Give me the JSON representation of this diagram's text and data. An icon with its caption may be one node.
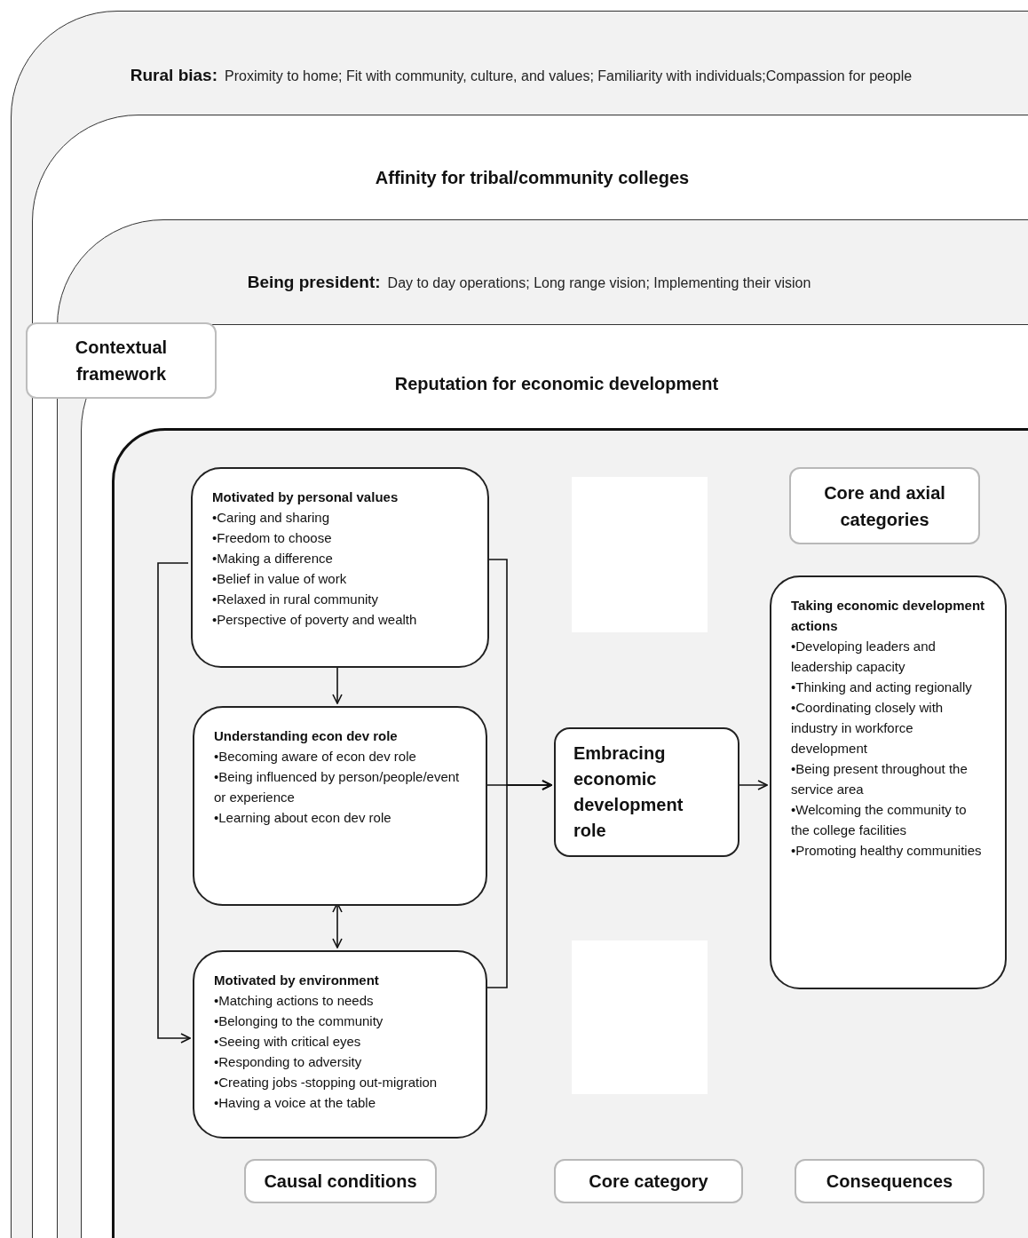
{
  "diagram": {
    "nodes": [
      {
        "text": [
          "Rural bias:",
          "Proximity to home; Fit with community, culture, and values; Familiarity with individuals;Compassion for people"
        ]
      },
      {
        "text": [
          "Affinity for tribal/community colleges"
        ],
        "in": 0
      },
      {
        "text": [
          "Being president:",
          "Day to day operations; Long range vision; Implementing their vision"
        ],
        "in": 1
      },
      {
        "text": [
          "Reputation for economic development"
        ],
        "in": 2
      },
      {
        "text": [],
        "shape": "box",
        "in": 3
      },
      {
        "text": [
          "Contextual framework"
        ],
        "in": 0
      },
      {
        "text": [
          "Motivated by personal values",
          "•Caring and sharing",
          "•Freedom to choose",
          "•Making a difference",
          "•Belief in value of work",
          "•Relaxed in rural community",
          "•Perspective of poverty and wealth"
        ],
        "in": 4
      },
      {
        "text": [],
        "shape": "box",
        "in": 4
      },
      {
        "text": [
          "Core and axial categories"
        ],
        "in": 4
      },
      {
        "text": [
          "Taking economic development actions",
          "•Developing leaders and leadership capacity",
          "•Thinking and acting regionally",
          "•Coordinating closely with industry in workforce development",
          "•Being present throughout the service area",
          "•Welcoming the community to the college facilities",
          "•Promoting healthy communities"
        ],
        "in": 4
      },
      {
        "text": [
          "Understanding econ dev role",
          "•Becoming aware of econ dev role",
          "•Being influenced by person/people/event or experience",
          "•Learning about econ dev role"
        ],
        "in": 4
      },
      {
        "text": [
          "Embracing economic development role"
        ],
        "in": 4
      },
      {
        "text": [],
        "shape": "box",
        "in": 4
      },
      {
        "text": [
          "Motivated by environment",
          "•Matching actions to needs",
          "•Belonging to the community",
          "•Seeing with critical eyes",
          "•Responding to adversity",
          "•Creating jobs -stopping out-migration",
          "•Having a voice at the table"
        ],
        "in": 4
      },
      {
        "text": [
          "Causal conditions"
        ],
        "in": 4
      },
      {
        "text": [
          "Core category"
        ],
        "in": 4
      },
      {
        "text": [
          "Consequences"
        ],
        "in": 4
      }
    ],
    "edges": [
      {
        "from": 6,
        "to": 10,
        "arrow": "to"
      },
      {
        "from": 6,
        "to": 13,
        "arrow": "to"
      },
      {
        "from": 6,
        "to": 11,
        "arrow": "to"
      },
      {
        "from": 10,
        "to": 11,
        "arrow": "to"
      },
      {
        "from": 13,
        "to": 11,
        "arrow": "to"
      },
      {
        "from": 10,
        "to": 13,
        "arrow": "both"
      },
      {
        "from": 11,
        "to": 9,
        "arrow": "to"
      }
    ]
  }
}
